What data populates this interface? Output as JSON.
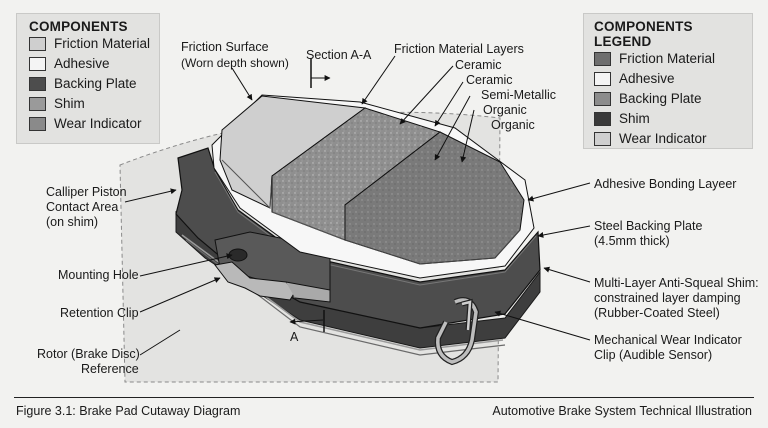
{
  "legend_left": {
    "title": "COMPONENTS",
    "items": [
      {
        "label": "Friction Material",
        "color": "#cfcfcf"
      },
      {
        "label": "Adhesive",
        "color": "#f4f4f4"
      },
      {
        "label": "Backing Plate",
        "color": "#4d4d4d"
      },
      {
        "label": "Shim",
        "color": "#9a9a9a"
      },
      {
        "label": "Wear Indicator",
        "color": "#8a8a8a"
      }
    ]
  },
  "legend_right": {
    "title": "COMPONENTS LEGEND",
    "items": [
      {
        "label": "Friction Material",
        "color": "#6e6e6e"
      },
      {
        "label": "Adhesive",
        "color": "#f4f4f4"
      },
      {
        "label": "Backing Plate",
        "color": "#8c8c8c"
      },
      {
        "label": "Shim",
        "color": "#3a3a3a"
      },
      {
        "label": "Wear Indicator",
        "color": "#cfcfcf"
      }
    ]
  },
  "labels": {
    "friction_surface": "Friction Surface",
    "friction_surface_note": "(Worn depth shown)",
    "section_aa": "Section A-A",
    "section_a": "A",
    "friction_layers": "Friction Material Layers",
    "layer_1": "Ceramic",
    "layer_2": "Ceramic",
    "layer_3": "Semi-Metallic",
    "layer_4": "Organic",
    "layer_5": "Organic",
    "caliper_1": "Calliper Piston",
    "caliper_2": "Contact Area",
    "caliper_3": "(on shim)",
    "mounting_hole": "Mounting Hole",
    "retention_clip": "Retention Clip",
    "rotor_1": "Rotor (Brake Disc)",
    "rotor_2": "Reference",
    "adhesive_layer": "Adhesive Bonding Layeer",
    "steel_plate_1": "Steel Backing Plate",
    "steel_plate_2": "(4.5mm thick)",
    "shim_1": "Multi-Layer Anti-Squeal Shim:",
    "shim_2": "constrained layer damping",
    "shim_3": "(Rubber-Coated Steel)",
    "wear_1": "Mechanical Wear Indicator",
    "wear_2": "Clip (Audible Sensor)"
  },
  "footer": {
    "caption": "Figure 3.1: Brake Pad Cutaway Diagram",
    "source": "Automotive Brake System Technical Illustration"
  }
}
